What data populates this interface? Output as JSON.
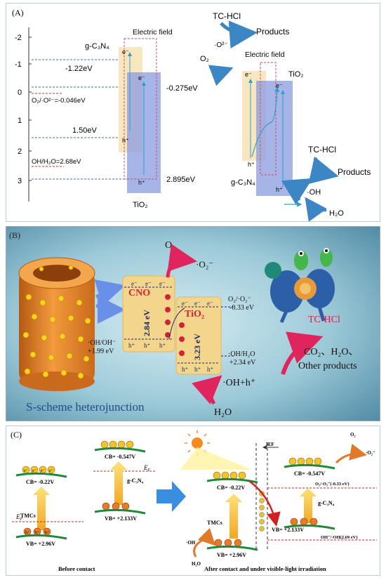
{
  "panelA": {
    "label": "(A)",
    "axis_ticks": [
      "-2",
      "-1",
      "0",
      "1",
      "2",
      "3"
    ],
    "left": {
      "cno_label": "g-C₃N₄",
      "tio2_label": "TiO₂",
      "electric_field": "Electric field",
      "cb_cno": "-1.22eV",
      "vb_cno": "1.50eV",
      "cb_tio2": "-0.275eV",
      "vb_tio2": "2.895eV",
      "o2_level": "O₂/·O²⁻=-0.046eV",
      "oh_level": "OH/H₂O=2.68eV",
      "e_label": "e⁻",
      "h_label": "h⁺"
    },
    "right": {
      "tc_hcl_top": "TC-HCl",
      "products_top": "Products",
      "o2_radical": "·O²⁻",
      "o2": "O₂",
      "electric_field": "Electric field",
      "tio2_label": "TiO₂",
      "cno_label": "g-C₃N₄",
      "tc_hcl_bottom": "TC-HCl",
      "products_bottom": "Products",
      "oh_radical": "·OH",
      "h2o": "H₂O",
      "e_label": "e⁻",
      "h_label": "h⁺"
    }
  },
  "panelB": {
    "label": "(B)",
    "o2": "O₂",
    "o2_radical": "·O₂⁻",
    "cno": "CNO",
    "tio2": "TiO₂",
    "gap_cno": "2.84 eV",
    "gap_tio2": "3.23 eV",
    "o2_level": "O₂/·O₂⁻",
    "o2_level_value": "-0.33 eV",
    "oh_level_left": "·OH/OH⁻",
    "oh_level_left_value": "+1.99 eV",
    "oh_level_right": "·OH/H₂O",
    "oh_level_right_value": "+2.34 eV",
    "tc_hcl": "TC·HCl",
    "products_line1": "CO₂、H₂O、",
    "products_line2": "Other products",
    "oh_h": "·OH+h⁺",
    "h2o": "H₂O",
    "scheme": "S-scheme heterojunction",
    "e_label": "e⁻",
    "h_label": "h⁺"
  },
  "panelC": {
    "label": "(C)",
    "before": {
      "tmc_cb": "CB= -0.22V",
      "tmc_vb": "VB= +2.96V",
      "tmc_name": "TMCs",
      "ef": "E",
      "ef_sub": "F",
      "cn_cb": "CB= -0.547V",
      "cn_vb": "VB= +2.133V",
      "cn_name": "g-C₃N₄",
      "caption": "Before contact"
    },
    "after": {
      "ief": "IEF",
      "o2": "O₂",
      "o2_radical": "·O₂⁻",
      "cn_cb": "CB= -0.547V",
      "tmc_cb": "CB= -0.22V",
      "o2_level": "O₂/·O₂⁻(-0.33 eV)",
      "cn_name": "g-C₃N₄",
      "tmc_name": "TMCs",
      "cn_vb": "VB= +2.133V",
      "oh_level": "OH⁻/·OH(2.69 eV)",
      "oh": "·OH",
      "tmc_vb": "VB= +2.96V",
      "h2o": "H₂O",
      "caption": "After contact and under visible-light irradiation"
    },
    "e": "e⁻",
    "h": "h⁺"
  }
}
